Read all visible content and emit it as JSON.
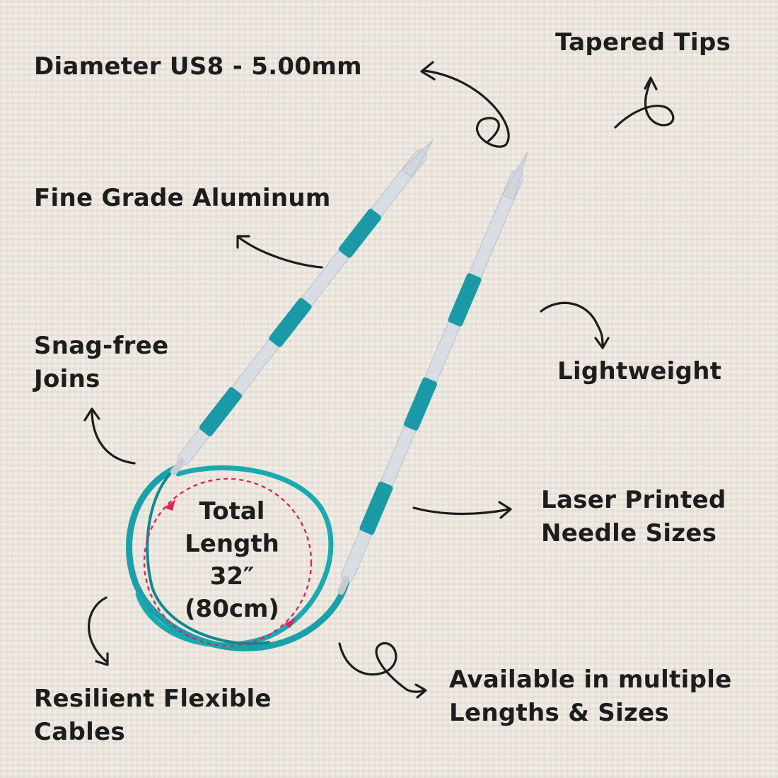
{
  "labels": {
    "diameter": "Diameter US8 - 5.00mm",
    "tapered_tips": "Tapered Tips",
    "fine_grade": "Fine Grade Aluminum",
    "snag_free_1": "Snag-free",
    "snag_free_2": "Joins",
    "lightweight": "Lightweight",
    "laser_1": "Laser Printed",
    "laser_2": "Needle Sizes",
    "resilient_1": "Resilient Flexible",
    "resilient_2": "Cables",
    "available_1": "Available in multiple",
    "available_2": "Lengths & Sizes"
  },
  "center": {
    "line1": "Total",
    "line2": "Length",
    "line3": "32″",
    "line4": "(80cm)"
  },
  "colors": {
    "background": "#ece8e0",
    "needle_teal": "#1a9aa6",
    "needle_silver": "#d9dde3",
    "cable": "#18a1a8",
    "dashed_circle": "#d9285f",
    "ink": "#1d1d1d"
  }
}
